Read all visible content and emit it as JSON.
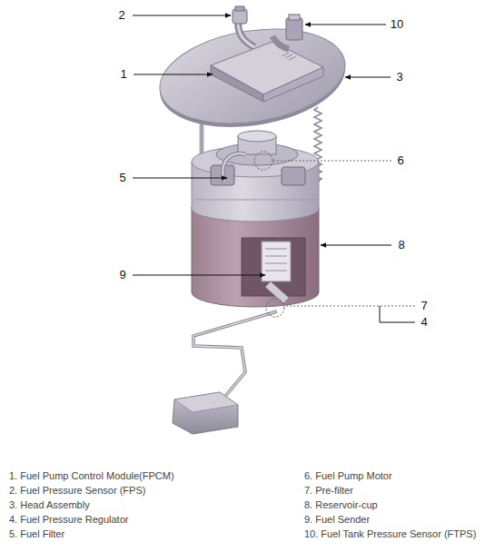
{
  "diagram": {
    "labels": [
      "2",
      "10",
      "1",
      "3",
      "6",
      "5",
      "8",
      "9",
      "7",
      "4",
      "1. Fuel Pump Control Module(FPCM)",
      "2. Fuel Pressure Sensor (FPS)",
      "3. Head Assembly",
      "4. Fuel Pressure Regulator",
      "5. Fuel Filter",
      "6. Fuel Pump Motor",
      "7. Pre-filter",
      "8. Reservoir-cup",
      "9. Fuel Sender",
      "10. Fuel Tank Pressure Sensor (FTPS)"
    ]
  }
}
